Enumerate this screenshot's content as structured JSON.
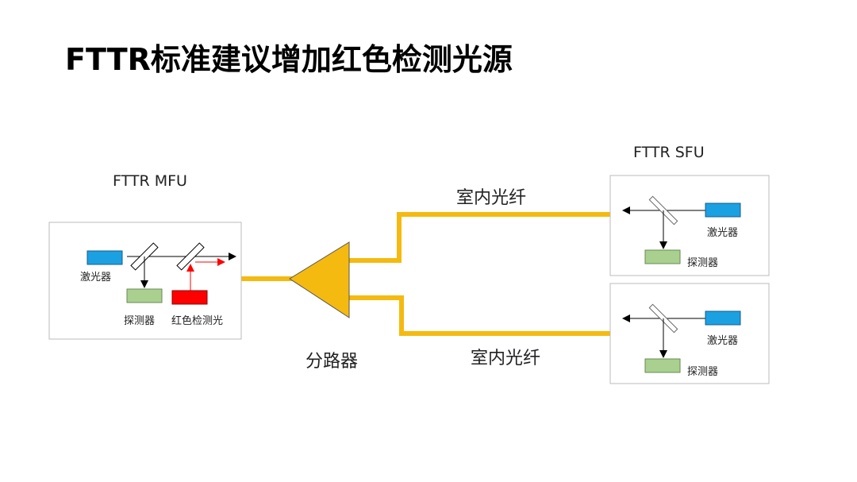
{
  "title": "FTTR标准建议增加红色检测光源",
  "colors": {
    "fiber": "#F5BA10",
    "laser": "#1BA1E2",
    "detector": "#A9D08E",
    "red_source": "#FF0000",
    "arrow": "#000000"
  },
  "mfu": {
    "label": "FTTR MFU",
    "laser_label": "激光器",
    "detector_label": "探测器",
    "red_source_label": "红色检测光"
  },
  "splitter": {
    "label": "分路器"
  },
  "fibers": {
    "top_label": "室内光纤",
    "bottom_label": "室内光纤"
  },
  "sfu": {
    "label": "FTTR SFU",
    "units": [
      {
        "laser_label": "激光器",
        "detector_label": "探测器"
      },
      {
        "laser_label": "激光器",
        "detector_label": "探测器"
      }
    ]
  }
}
